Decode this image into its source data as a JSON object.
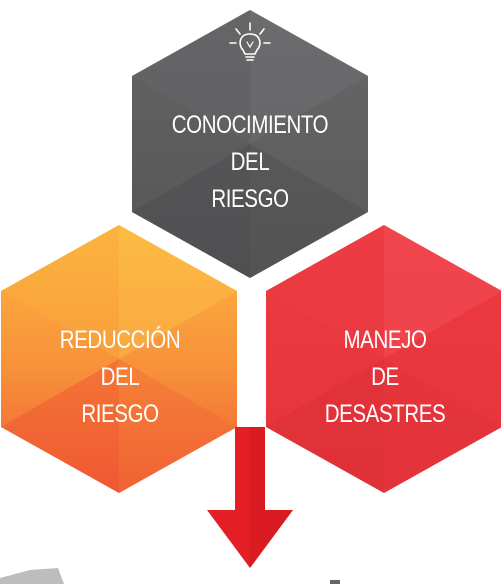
{
  "colors": {
    "top_hex": "#5c5b5d",
    "top_hex_light": "#7b7a7c",
    "top_hex_dark": "#4a494b",
    "left_hex_top": "#fbb040",
    "left_hex_bottom": "#f26a36",
    "right_hex": "#e8373e",
    "right_hex_light": "#f04a50",
    "arrow": "#e31e24",
    "text": "#ffffff"
  },
  "hexagons": [
    {
      "id": "conocimiento",
      "icon": "lightbulb-icon",
      "lines": [
        "CONOCIMIENTO",
        "DEL",
        "RIESGO"
      ]
    },
    {
      "id": "reduccion",
      "lines": [
        "REDUCCIÓN",
        "DEL",
        "RIESGO"
      ]
    },
    {
      "id": "manejo",
      "lines": [
        "MANEJO",
        "DE",
        "DESASTRES"
      ]
    }
  ],
  "arrow": {
    "icon": "down-arrow-icon",
    "direction": "down"
  }
}
